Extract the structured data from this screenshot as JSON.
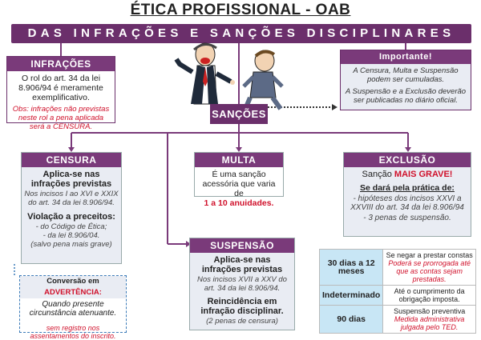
{
  "title": "ÉTICA PROFISSIONAL - OAB",
  "banner": "DAS INFRAÇÕES E SANÇÕES DISCIPLINARES",
  "infracoes": {
    "header": "INFRAÇÕES",
    "text": "O rol do art. 34 da lei 8.906/94 é meramente exemplificativo.",
    "obs": "Obs: infrações não previstas neste rol a pena aplicada será a CENSURA."
  },
  "importante": {
    "header": "Importante!",
    "line1": "A  Censura, Multa e Suspensão podem ser cumuladas.",
    "line2": "A Suspensão e a Exclusão deverão ser publicadas no diário oficial."
  },
  "sancoes": "SANÇÕES",
  "censura": {
    "header": "CENSURA",
    "h1": "Aplica-se nas infrações previstas",
    "t1": "Nos incisos I ao XVI e XXIX do art. 34 da lei 8.906/94.",
    "h2": "Violação a preceitos:",
    "t2a": "- do Código de Ética;",
    "t2b": "- da lei 8.906/04.",
    "t2c": "(salvo pena mais grave)"
  },
  "conversao": {
    "label": "Conversão em ",
    "highlight": "ADVERTÊNCIA:",
    "t1": "Quando presente circunstância atenuante.",
    "t2": "sem registro nos assentamentos do inscrito."
  },
  "multa": {
    "header": "MULTA",
    "text": "É uma sanção acessória que varia de",
    "highlight": "1 a 10 anuidades."
  },
  "suspensao": {
    "header": "SUSPENSÃO",
    "h1": "Aplica-se nas infrações previstas",
    "t1": "Nos incisos XVII a XXV do art. 34 da lei 8.906/94.",
    "h2": "Reincidência em infração disciplinar.",
    "t2": "(2 penas de censura)"
  },
  "exclusao": {
    "header": "EXCLUSÃO",
    "sancao_label": "Sanção ",
    "sancao_highlight": "MAIS GRAVE!",
    "sub": "Se dará pela prática de:",
    "t1": "- hipóteses dos incisos XXVI a XXVIII do art. 34 da lei 8.906/94",
    "t2": "- 3 penas de suspensão."
  },
  "penalties": [
    {
      "key": "30 dias a 12 meses",
      "main": "Se negar a prestar constas",
      "note": "Poderá se prorrogada até que as contas sejam prestadas."
    },
    {
      "key": "Indeterminado",
      "main": "Até o cumprimento da obrigação imposta.",
      "note": ""
    },
    {
      "key": "90 dias",
      "main": "Suspensão preventiva",
      "note": "Medida administrativa julgada pelo TED."
    }
  ],
  "colors": {
    "purple": "#6b2f6b",
    "box_purple": "#7a3a7a",
    "red": "#d0112b",
    "light_blue": "#c8e6f5"
  }
}
